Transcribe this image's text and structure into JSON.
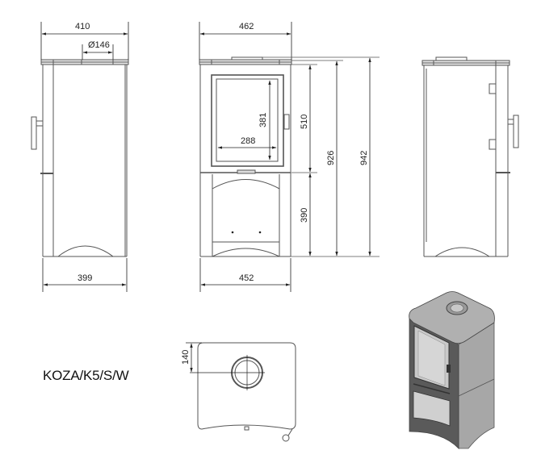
{
  "model_label": "KOZA/K5/S/W",
  "views": {
    "side_left": {
      "top_width": "410",
      "flue_diameter": "Ø146",
      "base_width": "399"
    },
    "front": {
      "top_width": "462",
      "base_width": "452",
      "glass_width": "288",
      "glass_height": "381",
      "firebox_section_height": "510",
      "storage_section_height": "390",
      "body_height": "926",
      "total_height": "942"
    },
    "side_right": {},
    "top": {
      "flue_offset": "140"
    },
    "render_3d": {
      "caption": ""
    }
  },
  "colors": {
    "line": "#555555",
    "dimension": "#222222",
    "render_body": "#a9a9a9",
    "render_dark": "#4a4a4a"
  }
}
